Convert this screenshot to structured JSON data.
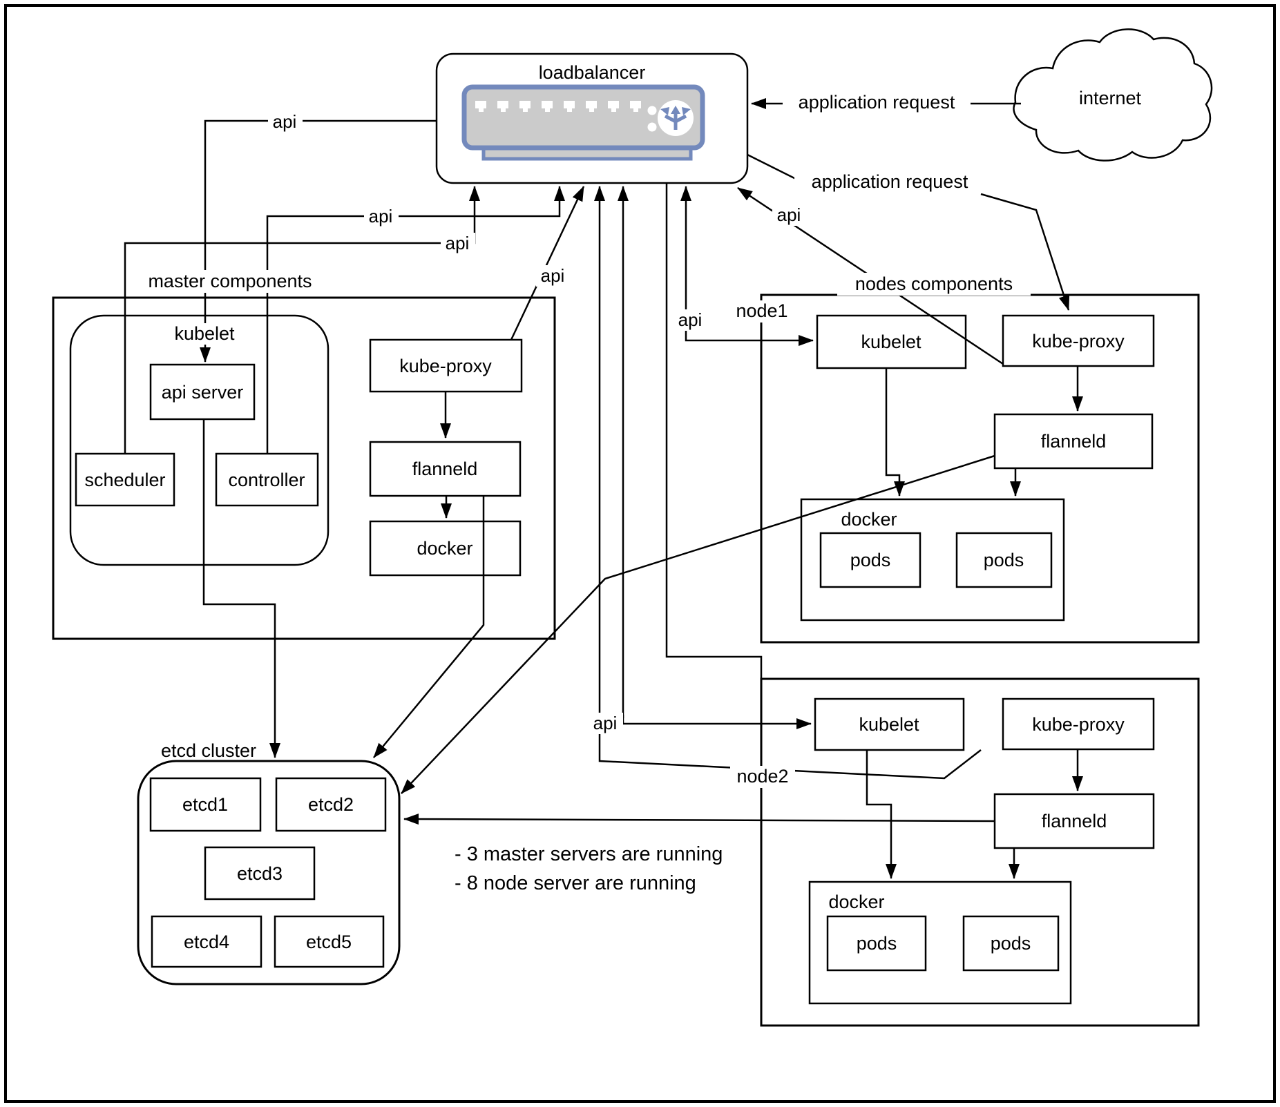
{
  "labels": {
    "loadbalancer": "loadbalancer",
    "internet": "internet",
    "application_request": "application request",
    "api": "api",
    "master_components": "master components",
    "nodes_components": "nodes components",
    "kubelet": "kubelet",
    "api_server": "api server",
    "scheduler": "scheduler",
    "controller": "controller",
    "kube_proxy": "kube-proxy",
    "flanneld": "flanneld",
    "docker": "docker",
    "pods": "pods",
    "node1": "node1",
    "node2": "node2",
    "etcd_cluster": "etcd cluster",
    "etcd1": "etcd1",
    "etcd2": "etcd2",
    "etcd3": "etcd3",
    "etcd4": "etcd4",
    "etcd5": "etcd5",
    "note_line1": "- 3 master servers are running",
    "note_line2": "- 8 node server are running"
  },
  "colors": {
    "line": "#000000",
    "device_border": "#7389BC",
    "device_fill": "#CBCBCB",
    "background": "#FFFFFF"
  }
}
